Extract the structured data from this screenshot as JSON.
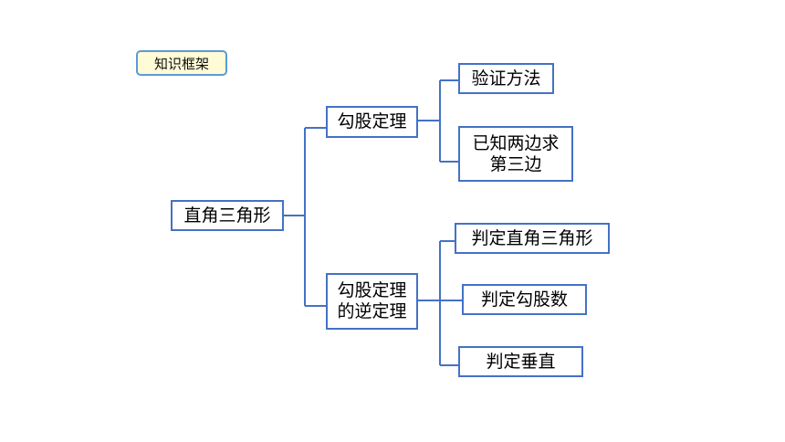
{
  "badge": {
    "label": "知识框架"
  },
  "root": {
    "label": "直角三角形"
  },
  "branch_a": {
    "label": "勾股定理",
    "children": [
      "验证方法",
      "已知两边求\n第三边"
    ]
  },
  "branch_b": {
    "label": "勾股定理\n的逆定理",
    "children": [
      "判定直角三角形",
      "判定勾股数",
      "判定垂直"
    ]
  },
  "colors": {
    "box_border": "#4472c4",
    "badge_border": "#5b9bd5",
    "badge_fill": "#fefbd6",
    "connector": "#4472c4"
  }
}
